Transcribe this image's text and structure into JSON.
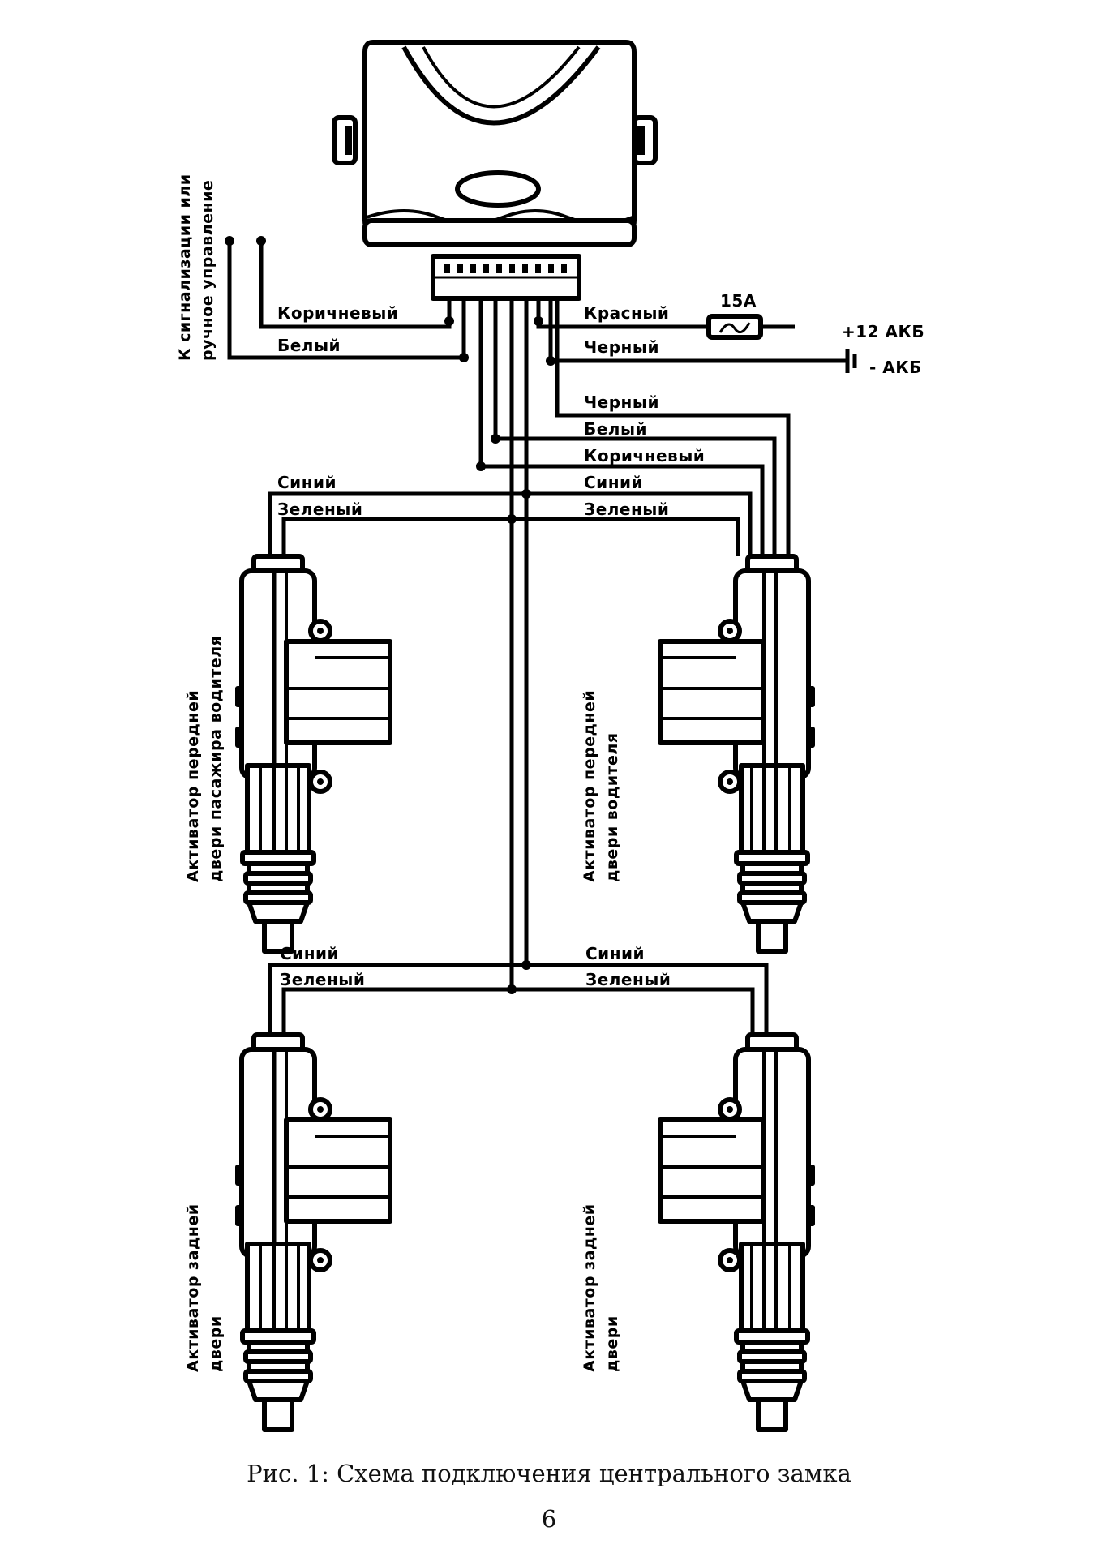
{
  "wires": {
    "top_left": {
      "brown": "Коричневый",
      "white": "Белый"
    },
    "top_right": {
      "red": "Красный",
      "black": "Черный"
    },
    "driver_harness": {
      "black": "Черный",
      "white": "Белый",
      "brown": "Коричневый"
    },
    "front_left": {
      "blue": "Синий",
      "green": "Зеленый"
    },
    "front_right": {
      "blue": "Синий",
      "green": "Зеленый"
    },
    "rear_left": {
      "blue": "Синий",
      "green": "Зеленый"
    },
    "rear_right": {
      "blue": "Синий",
      "green": "Зеленый"
    }
  },
  "fuse": {
    "label": "15A"
  },
  "battery": {
    "plus": "+12 АКБ",
    "minus": "- АКБ"
  },
  "alarm_note": {
    "line1": "К сигнализации или",
    "line2": "ручное управление"
  },
  "actuators": {
    "front_passenger": {
      "line1": "Активатор передней",
      "line2": "двери пасажира водителя"
    },
    "front_driver": {
      "line1": "Активатор передней",
      "line2": "двери водителя"
    },
    "rear_left": {
      "line1": "Активатор задней",
      "line2": "двери"
    },
    "rear_right": {
      "line1": "Активатор задней",
      "line2": "двери"
    }
  },
  "caption": "Рис. 1: Схема подключения центрального замка",
  "page_number": "6"
}
